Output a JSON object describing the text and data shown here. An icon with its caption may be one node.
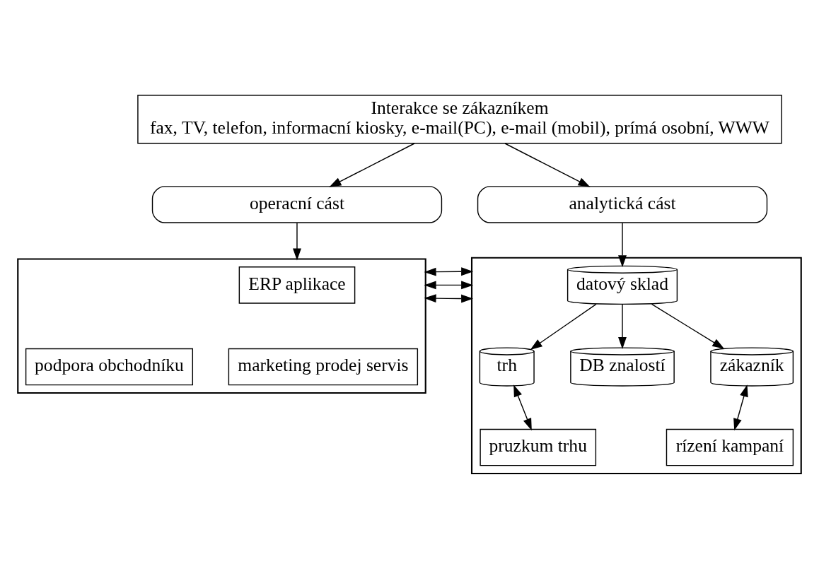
{
  "diagram": {
    "nodes": [
      {
        "text": [
          "Interakce se zákazníkem",
          "fax, TV, telefon, informacní kiosky, e-mail(PC), e-mail (mobil), prímá osobní, WWW"
        ]
      },
      {
        "text": [
          "operacní cást"
        ]
      },
      {
        "text": [
          "analytická cást"
        ]
      },
      {
        "text": [],
        "shape": "box"
      },
      {
        "text": [
          "ERP aplikace"
        ],
        "in": 3
      },
      {
        "text": [
          "podpora obchodníku"
        ],
        "in": 3
      },
      {
        "text": [
          "marketing prodej servis"
        ],
        "in": 3
      },
      {
        "text": [],
        "shape": "box"
      },
      {
        "text": [
          "datový sklad"
        ],
        "in": 7
      },
      {
        "text": [
          "trh"
        ],
        "in": 7
      },
      {
        "text": [
          "DB znalostí"
        ],
        "in": 7
      },
      {
        "text": [
          "zákazník"
        ],
        "in": 7
      },
      {
        "text": [
          "pruzkum trhu"
        ],
        "in": 7
      },
      {
        "text": [
          "rízení kampaní"
        ],
        "in": 7
      }
    ],
    "edges": [
      {
        "from": 0,
        "to": 1,
        "arrow": "to"
      },
      {
        "from": 0,
        "to": 2,
        "arrow": "to"
      },
      {
        "from": 1,
        "to": 3,
        "arrow": "to"
      },
      {
        "from": 2,
        "to": 8,
        "arrow": "to"
      },
      {
        "from": 3,
        "to": 7,
        "arrow": "both"
      },
      {
        "from": 3,
        "to": 7,
        "arrow": "both"
      },
      {
        "from": 3,
        "to": 7,
        "arrow": "both"
      },
      {
        "from": 8,
        "to": 9,
        "arrow": "to"
      },
      {
        "from": 8,
        "to": 10,
        "arrow": "to"
      },
      {
        "from": 8,
        "to": 11,
        "arrow": "to"
      },
      {
        "from": 9,
        "to": 12,
        "arrow": "both"
      },
      {
        "from": 11,
        "to": 13,
        "arrow": "both"
      }
    ]
  }
}
